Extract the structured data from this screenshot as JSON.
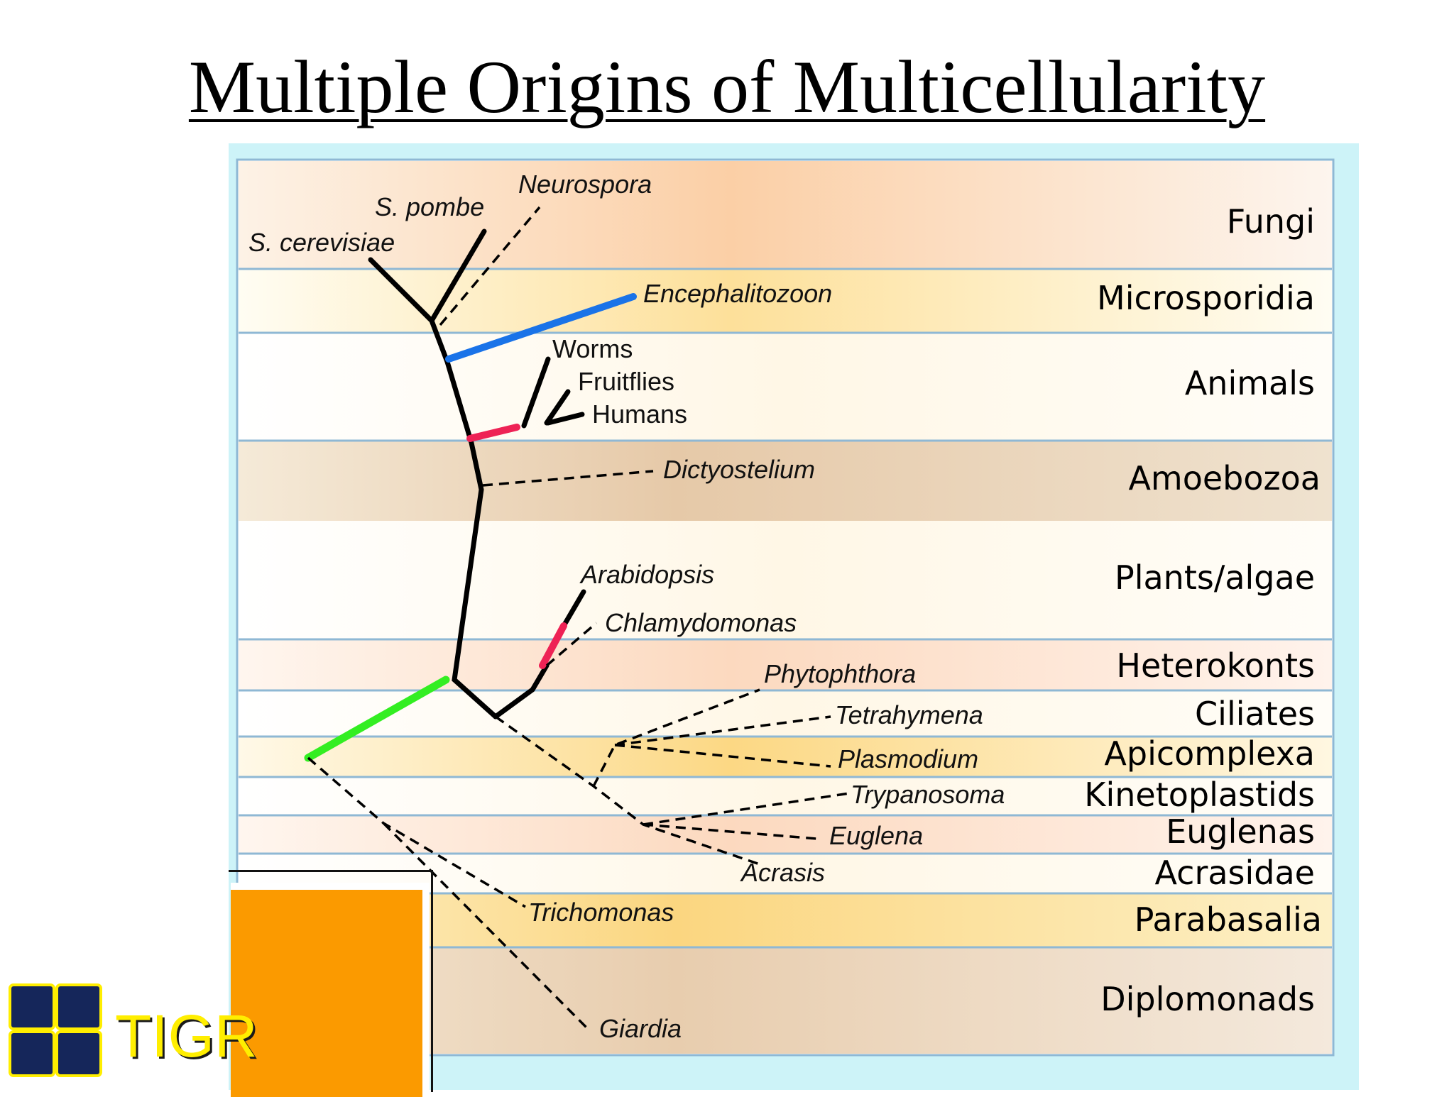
{
  "title": "Multiple Origins of Multicellularity",
  "rows": [
    {
      "label": "Fungi"
    },
    {
      "label": "Microsporidia"
    },
    {
      "label": "Animals"
    },
    {
      "label": "Amoebozoa"
    },
    {
      "label": "Plants/algae"
    },
    {
      "label": "Heterokonts"
    },
    {
      "label": "Ciliates"
    },
    {
      "label": "Apicomplexa"
    },
    {
      "label": "Kinetoplastids"
    },
    {
      "label": "Euglenas"
    },
    {
      "label": "Acrasidae"
    },
    {
      "label": "Parabasalia"
    },
    {
      "label": "Diplomonads"
    }
  ],
  "taxa": {
    "neurospora": "Neurospora",
    "s_pombe": "S. pombe",
    "s_cerevisiae": "S. cerevisiae",
    "encephalitozoon": "Encephalitozoon",
    "worms": "Worms",
    "fruitflies": "Fruitflies",
    "humans": "Humans",
    "dictyostelium": "Dictyostelium",
    "arabidopsis": "Arabidopsis",
    "chlamydomonas": "Chlamydomonas",
    "phytophthora": "Phytophthora",
    "tetrahymena": "Tetrahymena",
    "plasmodium": "Plasmodium",
    "trypanosoma": "Trypanosoma",
    "euglena": "Euglena",
    "acrasis": "Acrasis",
    "trichomonas": "Trichomonas",
    "giardia": "Giardia"
  },
  "branch_colors": {
    "microsporidia": "#1a73e8",
    "multicellular_origin": "#ee2255",
    "root": "#33ee22"
  },
  "logo": {
    "text": "TIGR"
  }
}
